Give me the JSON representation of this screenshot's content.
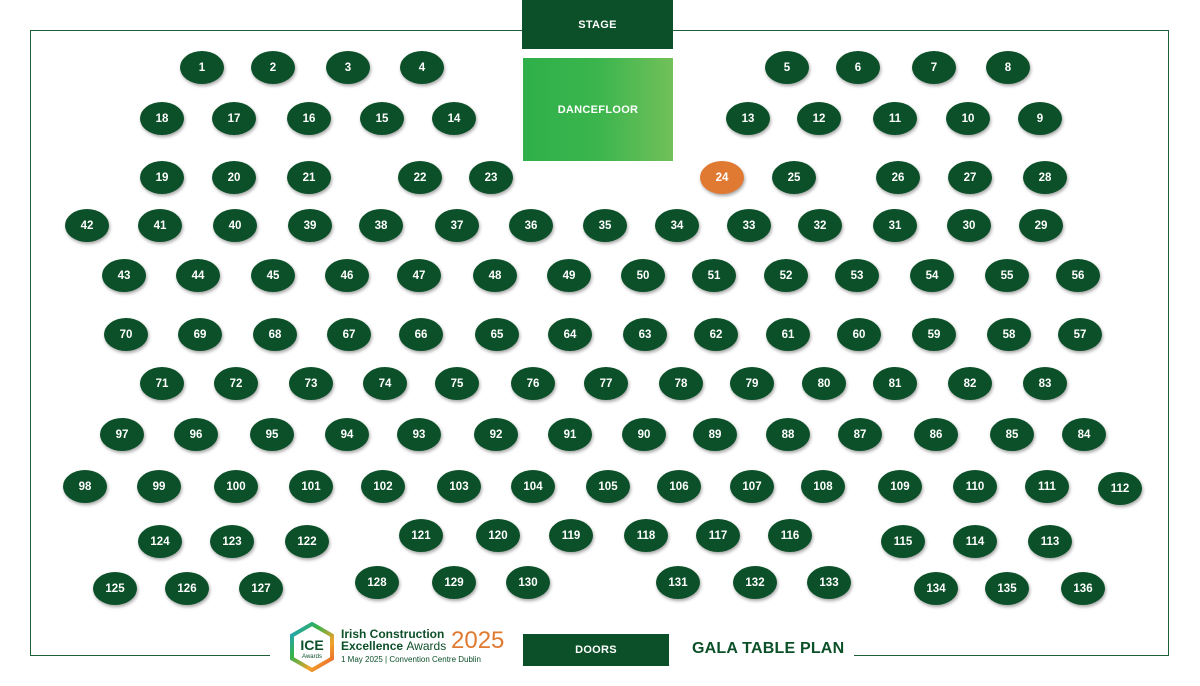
{
  "stage": "STAGE",
  "dancefloor": "DANCEFLOOR",
  "doors": "DOORS",
  "plan_title": "GALA TABLE PLAN",
  "logo": {
    "badge_line1": "ICE",
    "badge_line2": "Awards",
    "line1": "Irish Construction",
    "line2_bold": "Excellence",
    "line2_light": "Awards",
    "year": "2025",
    "line3": "1 May 2025 | Convention Centre Dublin"
  },
  "colors": {
    "table": "#0b5028",
    "highlight": "#e07a32",
    "dancefloor": "#3bb54d"
  },
  "highlighted_table": "24",
  "tables": [
    "1",
    "2",
    "3",
    "4",
    "5",
    "6",
    "7",
    "8",
    "18",
    "17",
    "16",
    "15",
    "14",
    "13",
    "12",
    "11",
    "10",
    "9",
    "19",
    "20",
    "21",
    "22",
    "23",
    "24",
    "25",
    "26",
    "27",
    "28",
    "42",
    "41",
    "40",
    "39",
    "38",
    "37",
    "36",
    "35",
    "34",
    "33",
    "32",
    "31",
    "30",
    "29",
    "43",
    "44",
    "45",
    "46",
    "47",
    "48",
    "49",
    "50",
    "51",
    "52",
    "53",
    "54",
    "55",
    "56",
    "70",
    "69",
    "68",
    "67",
    "66",
    "65",
    "64",
    "63",
    "62",
    "61",
    "60",
    "59",
    "58",
    "57",
    "71",
    "72",
    "73",
    "74",
    "75",
    "76",
    "77",
    "78",
    "79",
    "80",
    "81",
    "82",
    "83",
    "97",
    "96",
    "95",
    "94",
    "93",
    "92",
    "91",
    "90",
    "89",
    "88",
    "87",
    "86",
    "85",
    "84",
    "98",
    "99",
    "100",
    "101",
    "102",
    "103",
    "104",
    "105",
    "106",
    "107",
    "108",
    "109",
    "110",
    "111",
    "112",
    "124",
    "123",
    "122",
    "121",
    "120",
    "119",
    "118",
    "117",
    "116",
    "115",
    "114",
    "113",
    "125",
    "126",
    "127",
    "128",
    "129",
    "130",
    "131",
    "132",
    "133",
    "134",
    "135",
    "136"
  ]
}
